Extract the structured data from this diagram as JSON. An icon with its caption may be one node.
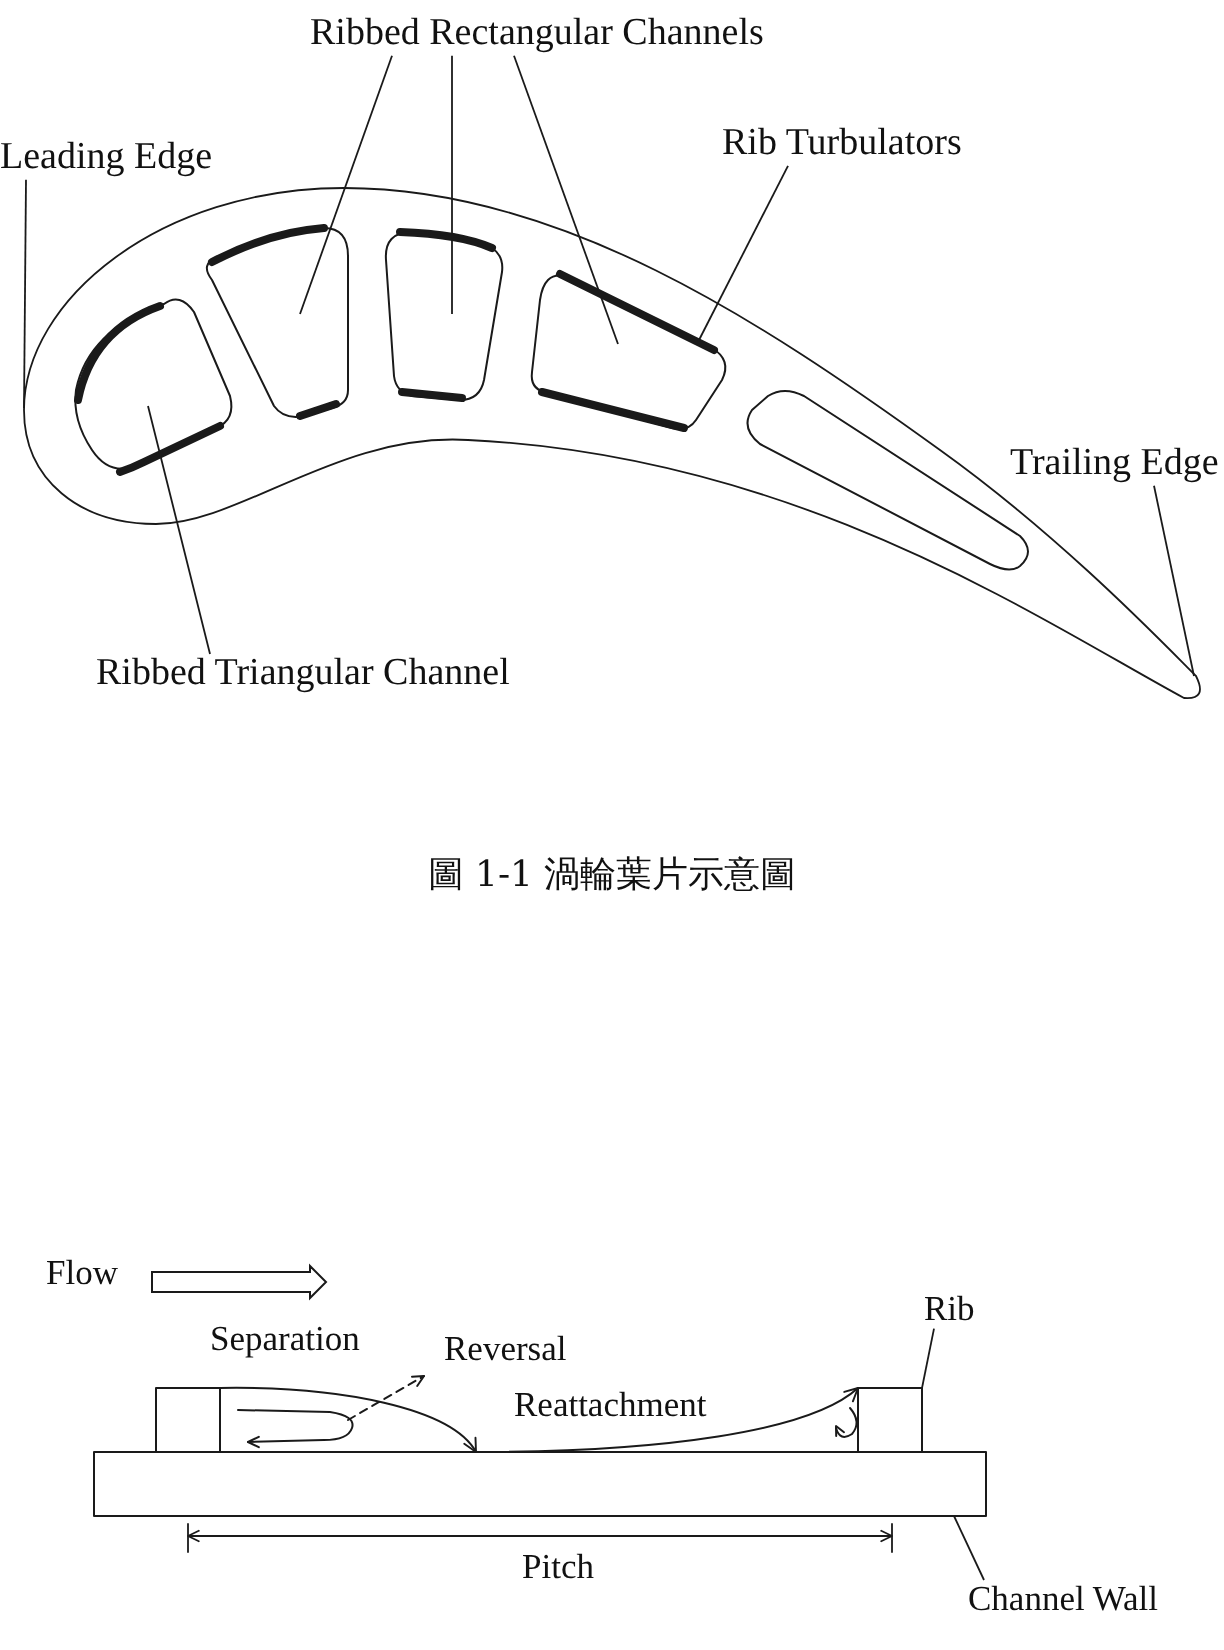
{
  "diagram": {
    "caption": "圖 1-1 渦輪葉片示意圖",
    "nodes": [
      {
        "text": [
          "Ribbed Rectangular Channels"
        ]
      },
      {
        "text": [
          "Rib Turbulators"
        ]
      },
      {
        "text": [
          "Leading Edge"
        ]
      },
      {
        "text": [],
        "shape": "triangle"
      },
      {
        "text": [],
        "shape": "box"
      },
      {
        "text": [],
        "shape": "box"
      },
      {
        "text": [],
        "shape": "box"
      },
      {
        "text": [],
        "shape": "bar"
      },
      {
        "text": [],
        "shape": "box"
      },
      {
        "text": [
          "Trailing Edge"
        ]
      },
      {
        "text": [
          "Ribbed Triangular Channel"
        ]
      },
      {
        "text": [
          "Rib"
        ]
      },
      {
        "text": [],
        "shape": "box"
      },
      {
        "text": [],
        "shape": "box"
      },
      {
        "text": [],
        "shape": "box"
      },
      {
        "text": [
          "Channel Wall"
        ]
      }
    ],
    "edges": [
      {
        "from": 0,
        "to": 4,
        "arrow": "none"
      },
      {
        "from": 0,
        "to": 5,
        "arrow": "none"
      },
      {
        "from": 0,
        "to": 6,
        "arrow": "none"
      },
      {
        "from": 2,
        "to": null,
        "arrow": "none"
      },
      {
        "from": 1,
        "to": 7,
        "arrow": "none"
      },
      {
        "from": 9,
        "to": null,
        "arrow": "none"
      },
      {
        "from": 10,
        "to": 3,
        "arrow": "none"
      },
      {
        "from": 11,
        "to": 13,
        "arrow": "none"
      },
      {
        "from": 15,
        "to": 14,
        "arrow": "none"
      },
      {
        "from": 12,
        "to": 14,
        "arrow": "to"
      },
      {
        "from": 14,
        "to": 13,
        "arrow": "to"
      }
    ],
    "labels": [
      "Flow",
      "Separation",
      "Reversal",
      "Reattachment",
      "Pitch"
    ]
  }
}
